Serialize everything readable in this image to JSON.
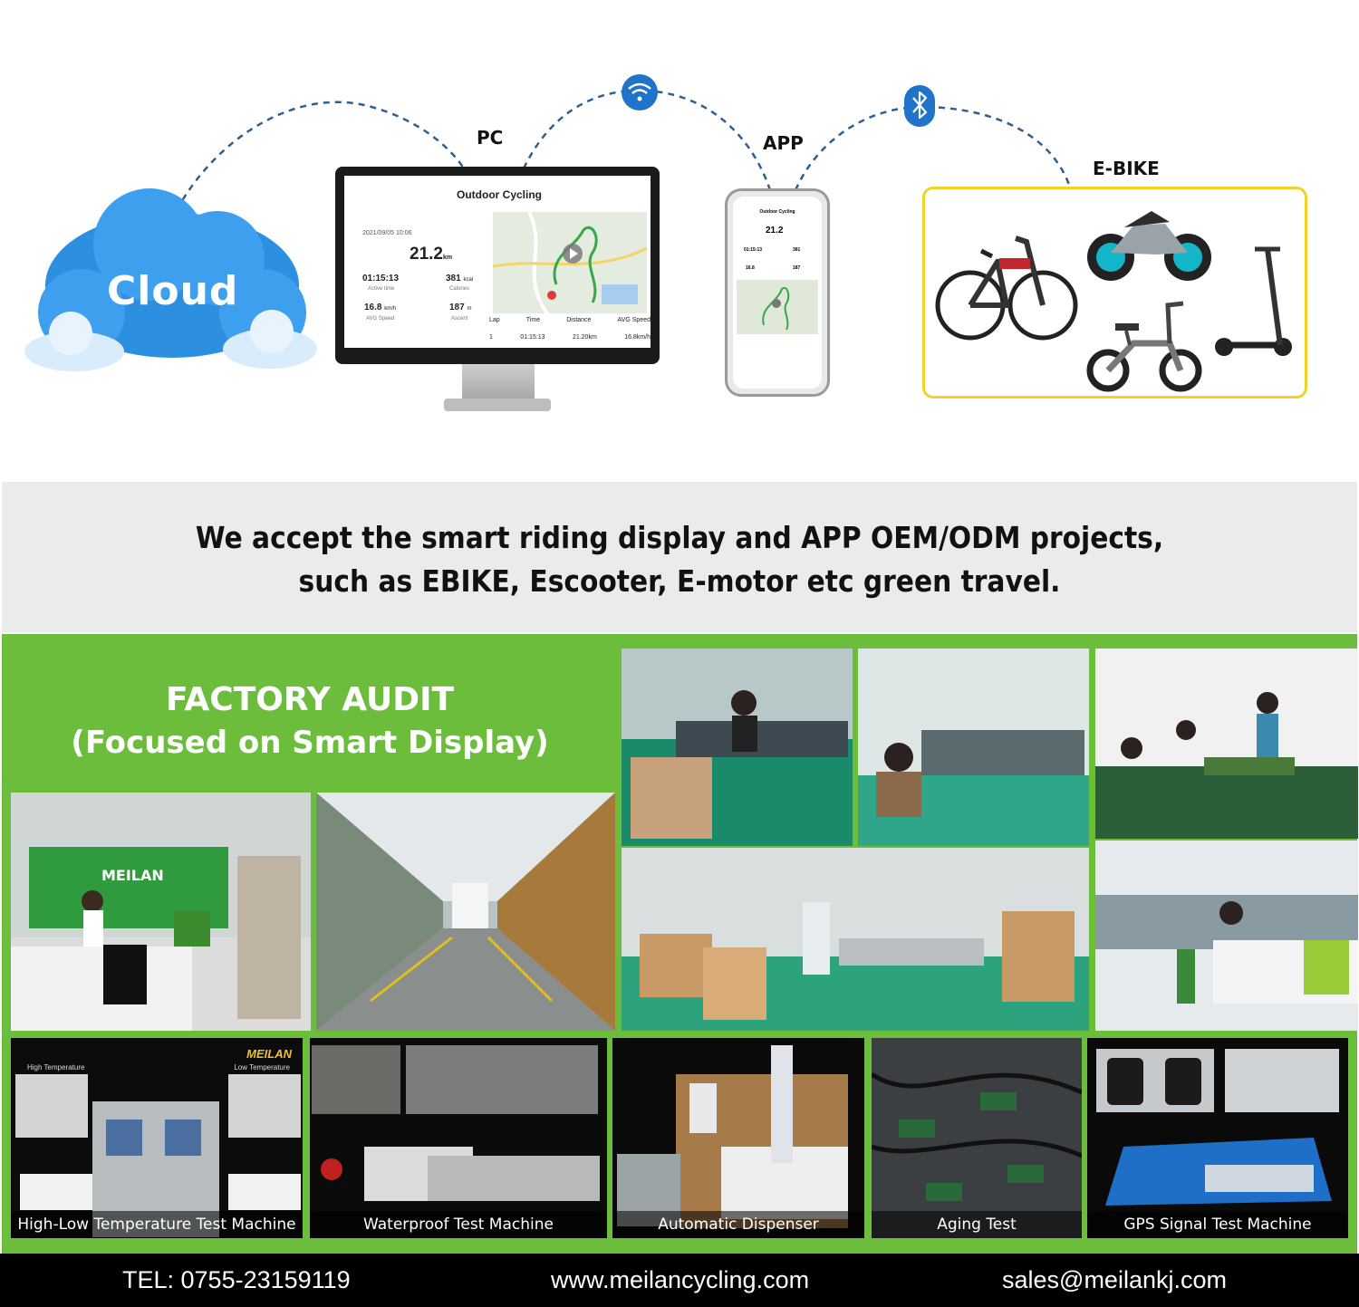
{
  "diagram": {
    "cloud_label": "Cloud",
    "pc_label": "PC",
    "app_label": "APP",
    "ebike_label": "E-BIKE",
    "wifi_icon": "wifi-icon",
    "bluetooth_icon": "bluetooth-icon"
  },
  "pc_screen": {
    "title": "Outdoor Cycling",
    "date": "2021/09/05 10:06",
    "distance": "21.2",
    "distance_unit": "km",
    "active_time": "01:15:13",
    "active_time_label": "Active time",
    "calories": "381",
    "calories_unit": "kcal",
    "calories_label": "Calories",
    "avg_speed": "16.8",
    "avg_speed_unit": "km/h",
    "avg_speed_label": "AVG Speed",
    "ascent": "187",
    "ascent_unit": "m",
    "ascent_label": "Ascent",
    "table_headers": [
      "Lap",
      "Time",
      "Distance",
      "AVG Speed"
    ],
    "table_row": [
      "1",
      "01:15:13",
      "21.20km",
      "16.8km/h"
    ]
  },
  "phone_screen": {
    "title": "Outdoor Cycling",
    "distance": "21.2",
    "active_time": "01:15:13",
    "calories": "381",
    "avg_speed": "16.8",
    "ascent": "187"
  },
  "banner": {
    "line1": "We accept the smart riding display and APP OEM/ODM projects,",
    "line2": "such as EBIKE, Escooter, E-motor etc green travel."
  },
  "factory": {
    "title_line1": "FACTORY AUDIT",
    "title_line2": "(Focused on Smart Display)",
    "tiles": [
      {
        "caption": "High-Low Temperature Test Machine"
      },
      {
        "caption": "Waterproof Test Machine"
      },
      {
        "caption": "Automatic Dispenser"
      },
      {
        "caption": "Aging Test"
      },
      {
        "caption": "GPS Signal Test Machine"
      }
    ],
    "brand": "MEILAN",
    "temp_high_label": "High Temperature",
    "temp_low_label": "Low Temperature"
  },
  "footer": {
    "tel": "TEL: 0755-23159119",
    "website": "www.meilancycling.com",
    "email": "sales@meilankj.com"
  },
  "colors": {
    "green_bg": "#6cbd3c",
    "cloud_blue": "#2d8fe0",
    "link_dash": "#2f5f8f",
    "ebike_border": "#f2d12a"
  }
}
